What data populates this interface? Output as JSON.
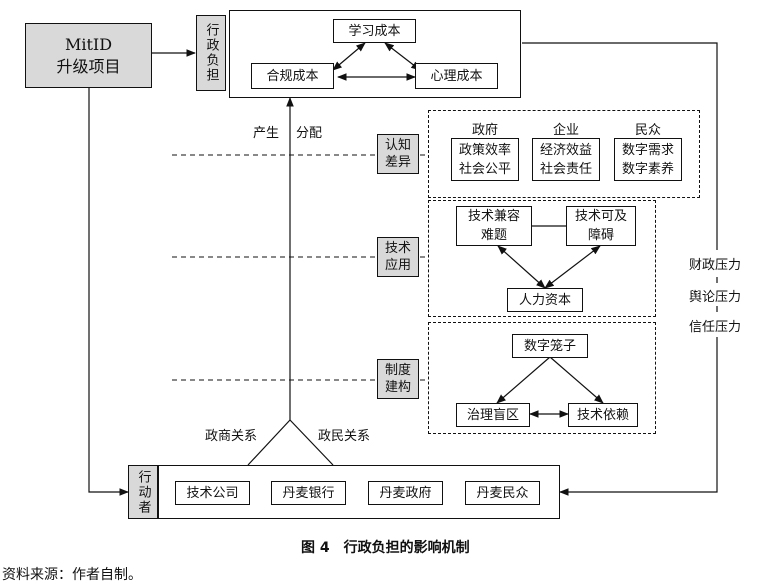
{
  "mitid": {
    "line1": "MitID",
    "line2": "升级项目"
  },
  "admin_burden_label": "行政负担",
  "costs": {
    "learning": "学习成本",
    "compliance": "合规成本",
    "psychological": "心理成本"
  },
  "flow_labels": {
    "produce": "产生",
    "distribute": "分配",
    "gov_business": "政商关系",
    "gov_citizen": "政民关系"
  },
  "factors": {
    "cognitive": "认知差异",
    "tech_app": "技术应用",
    "institutional": "制度建构"
  },
  "cognitive": {
    "government": {
      "title": "政府",
      "line1": "政策效率",
      "line2": "社会公平"
    },
    "enterprise": {
      "title": "企业",
      "line1": "经济效益",
      "line2": "社会责任"
    },
    "citizens": {
      "title": "民众",
      "line1": "数字需求",
      "line2": "数字素养"
    }
  },
  "tech": {
    "compat_line1": "技术兼容",
    "compat_line2": "难题",
    "access_line1": "技术可及",
    "access_line2": "障碍",
    "human": "人力资本"
  },
  "institution": {
    "cage": "数字笼子",
    "blind": "治理盲区",
    "dependence": "技术依赖"
  },
  "pressures": {
    "fiscal": "财政压力",
    "opinion": "舆论压力",
    "trust": "信任压力"
  },
  "actors": {
    "label": "行动者",
    "tech_company": "技术公司",
    "danske_bank": "丹麦银行",
    "danish_gov": "丹麦政府",
    "danish_people": "丹麦民众"
  },
  "caption": "图 4　行政负担的影响机制",
  "source": "资料来源：作者自制。"
}
